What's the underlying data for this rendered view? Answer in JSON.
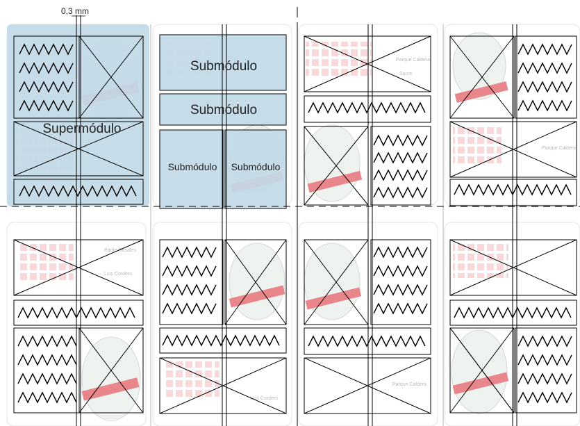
{
  "measurement": {
    "label": "0,3 mm"
  },
  "modules": {
    "supermodule": "Supermódulo",
    "submodule_top": "Submódulo",
    "submodule_mid": "Submódulo",
    "submodule_left": "Submódulo",
    "submodule_right": "Submódulo"
  },
  "colors": {
    "highlight": "#c2d9e7",
    "page": "#ffffff",
    "line": "#000000",
    "tile": "#f3b9bd",
    "ribbon": "#e8868c",
    "faint": "#bdbdbd"
  },
  "background": {
    "names": [
      "Parque Caldera",
      "Sucre",
      "Parque Caldera",
      "Luis Cordero",
      "Padre Rosales",
      "Parque Caldera",
      "Luis Cordero"
    ]
  }
}
